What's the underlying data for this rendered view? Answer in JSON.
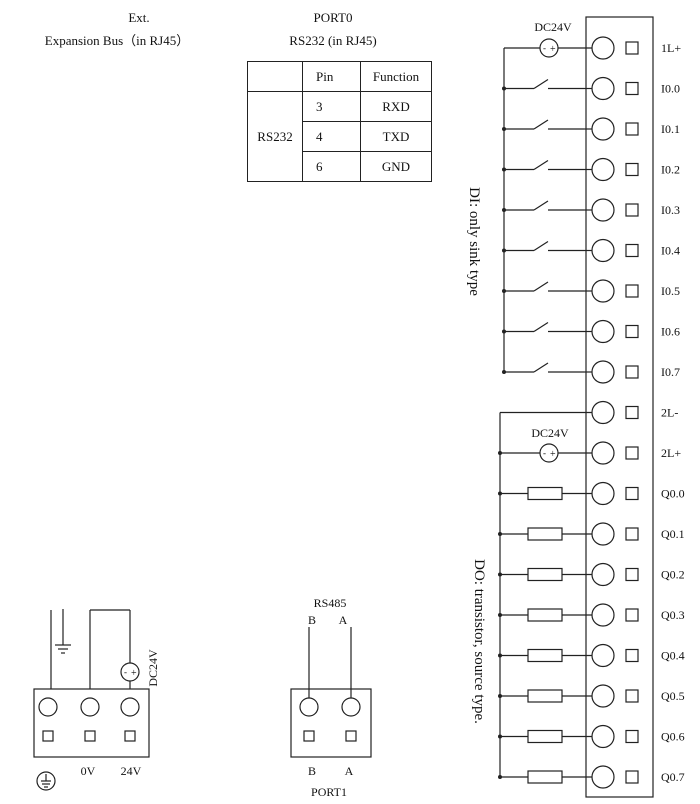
{
  "header": {
    "ext_line1": "Ext.",
    "ext_line2": "Expansion Bus（in RJ45）",
    "port0_line1": "PORT0",
    "port0_line2": "RS232 (in RJ45)"
  },
  "rs232_table": {
    "headers": [
      "",
      "Pin",
      "Function"
    ],
    "group_label": "RS232",
    "rows": [
      {
        "pin": "3",
        "function": "RXD"
      },
      {
        "pin": "4",
        "function": "TXD"
      },
      {
        "pin": "6",
        "function": "GND"
      }
    ]
  },
  "terminals": [
    "1L+",
    "I0.0",
    "I0.1",
    "I0.2",
    "I0.3",
    "I0.4",
    "I0.5",
    "I0.6",
    "I0.7",
    "2L-",
    "2L+",
    "Q0.0",
    "Q0.1",
    "Q0.2",
    "Q0.3",
    "Q0.4",
    "Q0.5",
    "Q0.6",
    "Q0.7"
  ],
  "supplies": {
    "di_supply": "DC24V",
    "do_supply": "DC24V",
    "power_supply": "DC24V"
  },
  "section_labels": {
    "di": "DI: only sink type",
    "do": "DO: transistor, source type."
  },
  "power": {
    "zero_v": "0V",
    "v24": "24V"
  },
  "port1": {
    "top_label": "RS485",
    "top_b": "B",
    "top_a": "A",
    "bottom_b": "B",
    "bottom_a": "A",
    "name": "PORT1"
  }
}
